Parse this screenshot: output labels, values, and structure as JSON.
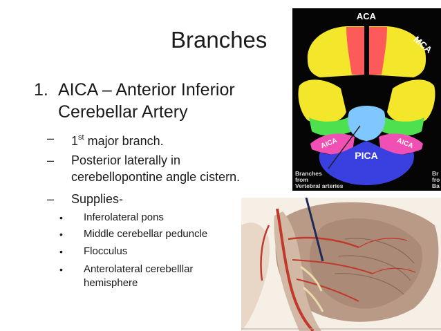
{
  "slide": {
    "title": "Branches",
    "item": {
      "number": "1.",
      "line1": "AICA – Anterior Inferior",
      "line2": "Cerebellar Artery"
    },
    "subpoints": [
      {
        "pre": "1",
        "sup": "st",
        "post": " major branch."
      },
      {
        "line1": "Posterior laterally  in",
        "line2": "cerebellopontine angle cistern."
      },
      {
        "text": "Supplies-"
      }
    ],
    "dash": "–",
    "bullet": "•",
    "bullets": [
      "Inferolateral pons",
      "Middle cerebellar peduncle",
      "Flocculus",
      "Anterolateral cerebelllar",
      "hemisphere"
    ]
  },
  "brain_map": {
    "labels": {
      "aca": "ACA",
      "mca": "MCA",
      "aica_left": "AICA",
      "aica_right": "AICA",
      "pica": "PICA",
      "caption_1": "Branches",
      "caption_2": "from",
      "caption_3": "Vertebral arteries",
      "right_1": "Br",
      "right_2": "fro",
      "right_3": "Ba"
    },
    "colors": {
      "background": "#050505",
      "aca": "#ff5a5a",
      "mca": "#f4e62a",
      "aica": "#f04fb4",
      "pica": "#3a40e0",
      "sca": "#4fe04f",
      "basilar": "#7ec8ff"
    }
  }
}
